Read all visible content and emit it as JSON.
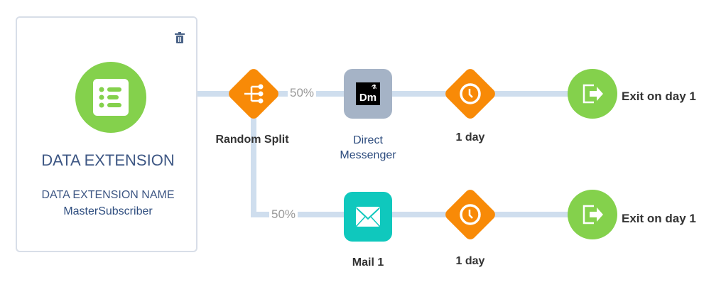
{
  "source": {
    "title": "DATA EXTENSION",
    "field_label": "DATA EXTENSION NAME",
    "field_value": "MasterSubscriber",
    "delete_icon": "trash-icon",
    "icon": "list-icon"
  },
  "split": {
    "label": "Random Split",
    "branches": [
      {
        "percent": "50%"
      },
      {
        "percent": "50%"
      }
    ]
  },
  "paths": [
    {
      "activity": {
        "label": "Direct Messenger",
        "icon": "dm-icon",
        "icon_text": "Dm",
        "color": "#a5b3c6"
      },
      "wait": {
        "label": "1 day"
      },
      "exit": {
        "label": "Exit on day 1"
      }
    },
    {
      "activity": {
        "label": "Mail 1",
        "icon": "email-icon",
        "color": "#0fc8bd"
      },
      "wait": {
        "label": "1 day"
      },
      "exit": {
        "label": "Exit on day 1"
      }
    }
  ]
}
